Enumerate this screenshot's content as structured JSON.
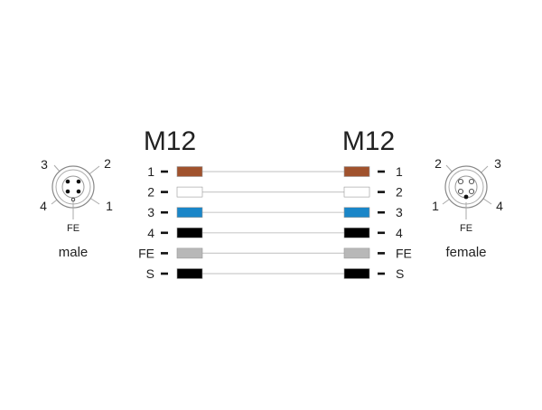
{
  "left_connector": {
    "title": "M12",
    "gender_label": "male",
    "shield_label": "FE",
    "pin_numbers": [
      "3",
      "2",
      "4",
      "1"
    ]
  },
  "right_connector": {
    "title": "M12",
    "gender_label": "female",
    "shield_label": "FE",
    "pin_numbers": [
      "2",
      "3",
      "1",
      "4"
    ]
  },
  "wires": [
    {
      "label": "1",
      "color": "#a0522d"
    },
    {
      "label": "2",
      "color": "#ffffff"
    },
    {
      "label": "3",
      "color": "#1a86c8"
    },
    {
      "label": "4",
      "color": "#000000"
    },
    {
      "label": "FE",
      "color": "#b8b8b8"
    },
    {
      "label": "S",
      "color": "#000000"
    }
  ],
  "colors": {
    "line": "#cccccc",
    "text": "#222222",
    "outline": "#888888"
  }
}
